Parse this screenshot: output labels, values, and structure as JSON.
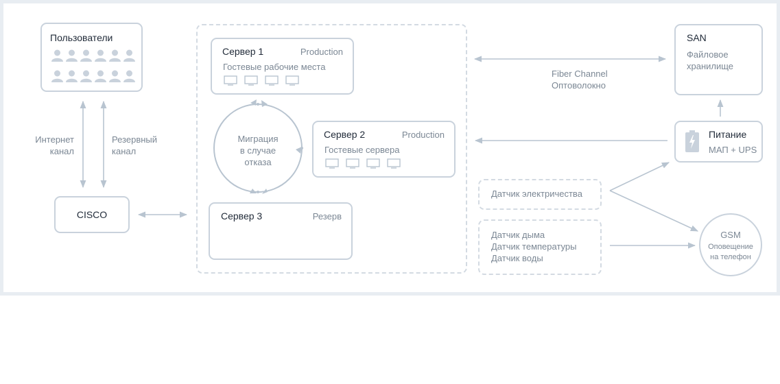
{
  "users": {
    "title": "Пользователи",
    "icon": "person-icon",
    "count": 12
  },
  "links": {
    "internet": "Интернет\nканал",
    "backup": "Резервный\nканал"
  },
  "cisco": {
    "label": "CISCO"
  },
  "server1": {
    "title": "Сервер 1",
    "tag": "Production",
    "desc": "Гостевые рабочие места",
    "icon": "monitor-icon",
    "count": 4
  },
  "server2": {
    "title": "Сервер 2",
    "tag": "Production",
    "desc": "Гостевые сервера",
    "icon": "monitor-icon",
    "count": 4
  },
  "server3": {
    "title": "Сервер 3",
    "tag": "Резерв"
  },
  "migration": {
    "label": "Миграция\nв случае\nотказа"
  },
  "fiber": {
    "label": "Fiber Channel\nОптоволокно"
  },
  "san": {
    "title": "SAN",
    "desc": "Файловое\nхранилище"
  },
  "power": {
    "title": "Питание",
    "desc": "МАП + UPS",
    "icon": "battery-icon"
  },
  "sensor_power": {
    "label": "Датчик электричества"
  },
  "sensors": {
    "label": "Датчик дыма\nДатчик температуры\nДатчик воды"
  },
  "gsm": {
    "title": "GSM",
    "desc": "Оповещение\nна телефон"
  },
  "colors": {
    "line": "#b8c4d0",
    "border": "#c9d2dc",
    "dash": "#d3dae2",
    "frame": "#e8edf2"
  }
}
